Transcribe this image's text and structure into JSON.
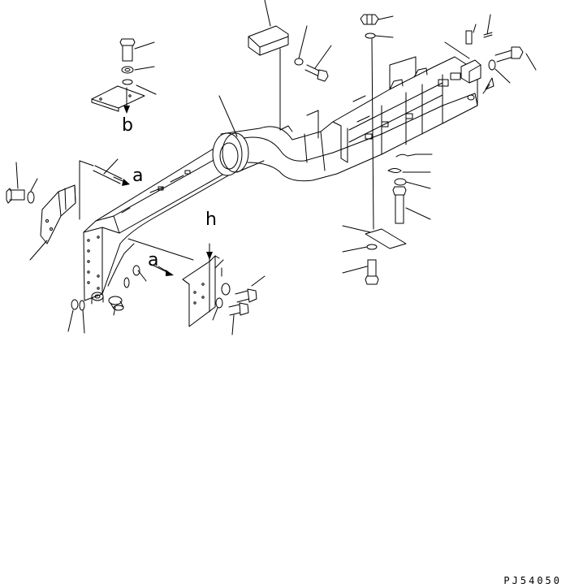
{
  "drawing": {
    "code": "PJ54050",
    "reference_letters": {
      "a_left": "a",
      "a_right": "a",
      "b_top": "b",
      "b_bottom": "h"
    }
  },
  "colors": {
    "line": "#000000",
    "background": "#ffffff"
  }
}
